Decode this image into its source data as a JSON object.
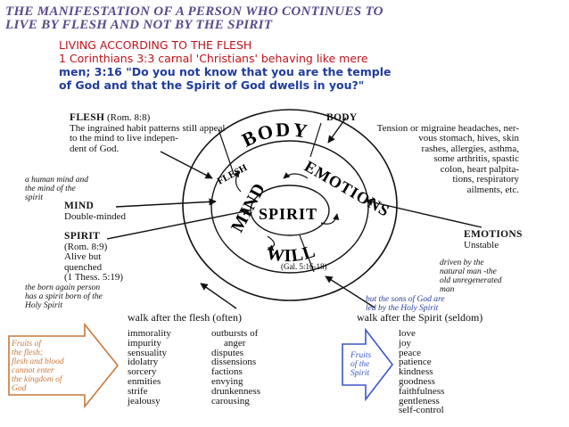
{
  "header": {
    "line1": "THE MANIFESTATION OF A PERSON WHO CONTINUES TO",
    "line2": "LIVE BY FLESH AND NOT BY THE SPIRIT"
  },
  "subtitle": {
    "line1": "LIVING ACCORDING TO THE FLESH",
    "line2": "1 Corinthians 3:3 carnal 'Christians' behaving like mere",
    "line3": "men; 3:16 \"Do you not know that you are the temple",
    "line4": "of God and that the Spirit of God dwells in you?\""
  },
  "flesh_note": {
    "title": "FLESH",
    "ref": "(Rom. 8:8)",
    "lines": [
      "The ingrained habit patterns still appeal",
      "to the mind to live indepen-",
      "dent of God."
    ]
  },
  "body_note": {
    "title": "BODY",
    "lines": [
      "Tension or migraine headaches, ner-",
      "vous stomach, hives, skin",
      "rashes, allergies, asthma,",
      "some arthritis, spastic",
      "colon, heart palpita-",
      "tions, respiratory",
      "ailments, etc."
    ]
  },
  "mind_italic": [
    "a human mind and",
    "the mind of the",
    "spirit"
  ],
  "mind_note": {
    "title": "MIND",
    "desc": "Double-minded"
  },
  "spirit_note": {
    "title": "SPIRIT",
    "lines": [
      "(Rom. 8:9)",
      "Alive but",
      "quenched",
      "(1 Thess. 5:19)"
    ]
  },
  "born_again": [
    "the born again person",
    "has a spirit born of the",
    "Holy Spirit"
  ],
  "emotions_note": {
    "title": "EMOTIONS",
    "desc": "Unstable"
  },
  "natural_man": [
    "driven by the",
    "natural man -the",
    "old unregenerated",
    "man"
  ],
  "sons_of_god": [
    "but the sons of God are",
    "led by the Holy Spirit"
  ],
  "circle": {
    "body": "BODY",
    "flesh": "FLESH",
    "mind": "MIND",
    "emotions": "EMOTIONS",
    "spirit": "SPIRIT",
    "will": "WILL",
    "gal_ref": "(Gal. 5:16-18)"
  },
  "walk_flesh": {
    "heading": "walk after the flesh (often)",
    "col1": [
      "immorality",
      "impurity",
      "sensuality",
      "idolatry",
      "sorcery",
      "enmities",
      "strife",
      "jealousy"
    ],
    "col2": [
      "outbursts of",
      "anger",
      "disputes",
      "dissensions",
      "factions",
      "envying",
      "drunkenness",
      "carousing"
    ]
  },
  "walk_spirit": {
    "heading": "walk after the Spirit (seldom)",
    "items": [
      "love",
      "joy",
      "peace",
      "patience",
      "kindness",
      "goodness",
      "faithfulness",
      "gentleness",
      "self-control"
    ]
  },
  "arrow_flesh": [
    "Fruits of",
    "the flesh;",
    "flesh and blood",
    "cannot enter",
    "the kingdom of",
    "God"
  ],
  "arrow_spirit": [
    "Fruits",
    "of the",
    "Spirit"
  ],
  "colors": {
    "header": "#5b4a8c",
    "red": "#c0131c",
    "blue": "#1f3c9e",
    "orange_arrow": "#c8783c",
    "blue_arrow": "#3b56c8"
  }
}
